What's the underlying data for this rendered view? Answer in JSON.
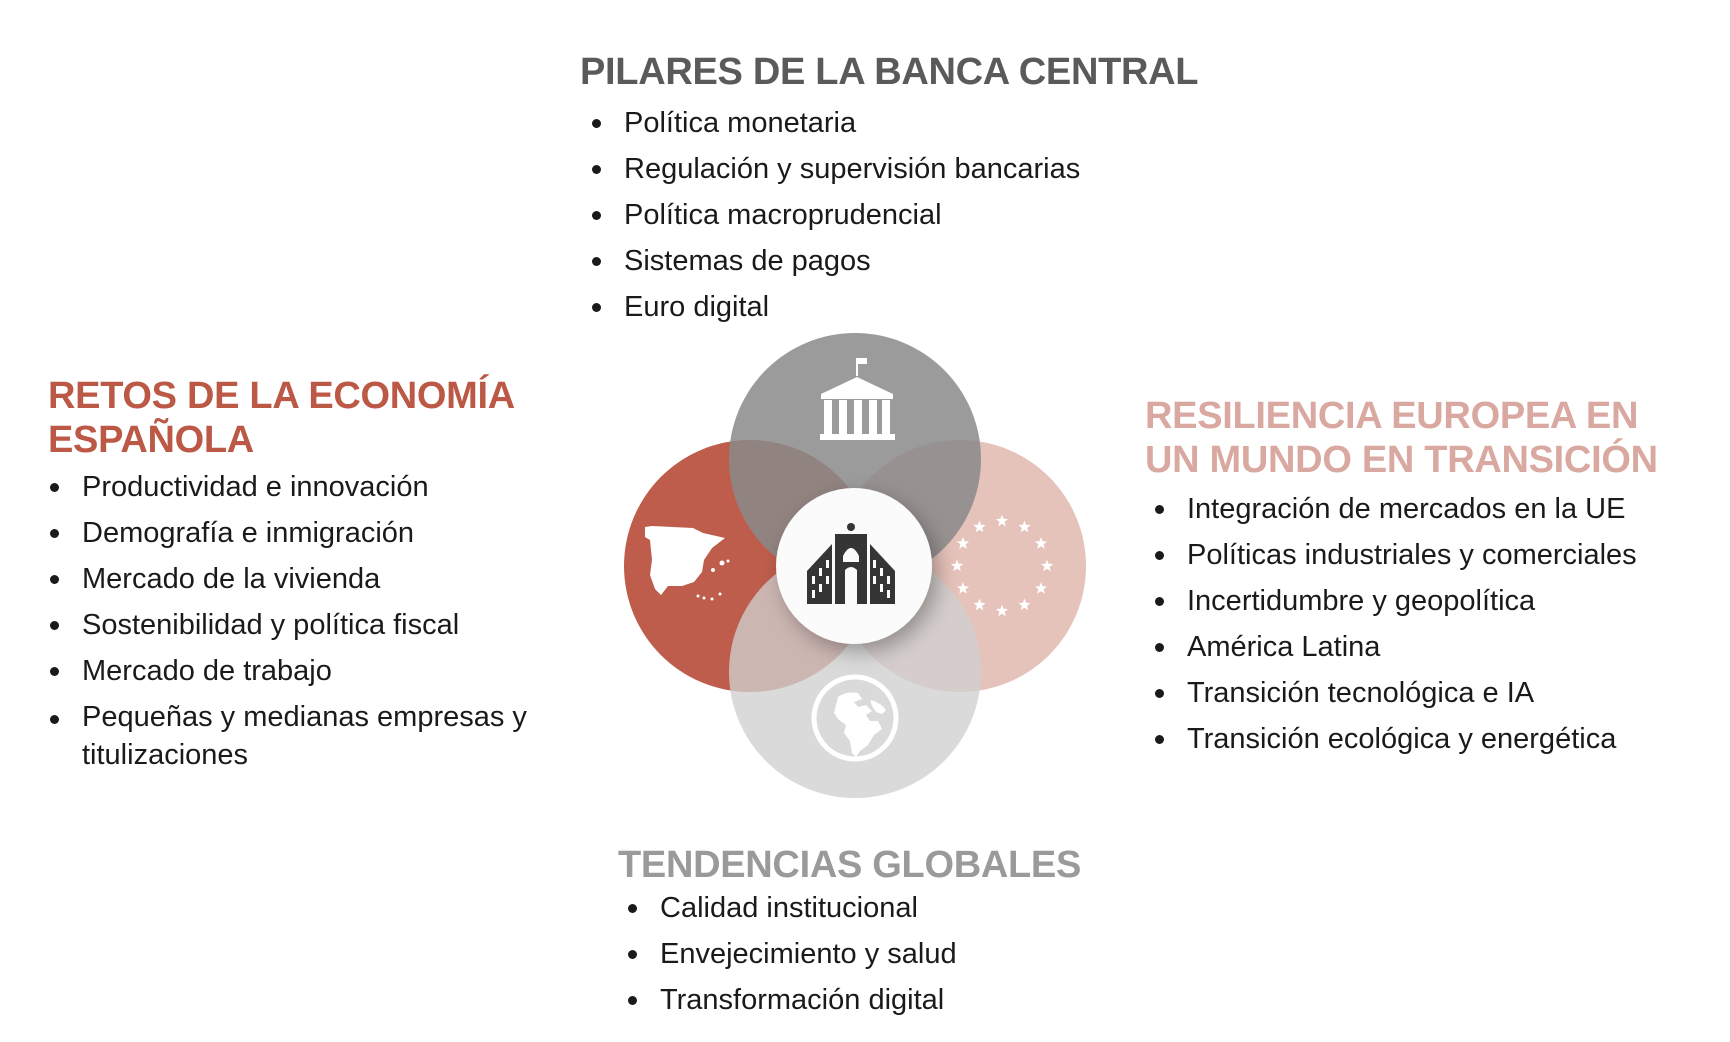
{
  "pillars": {
    "title": "PILARES DE LA BANCA CENTRAL",
    "items": [
      "Política monetaria",
      "Regulación y supervisión bancarias",
      "Política macroprudencial",
      "Sistemas de pagos",
      "Euro digital"
    ]
  },
  "spain": {
    "title_line1": "RETOS DE LA ECONOMÍA",
    "title_line2": "ESPAÑOLA",
    "items": [
      "Productividad e innovación",
      "Demografía e inmigración",
      "Mercado de la vivienda",
      "Sostenibilidad y política fiscal",
      "Mercado de trabajo",
      "Pequeñas y medianas empresas y titulizaciones"
    ]
  },
  "europe": {
    "title_line1": "RESILIENCIA EUROPEA EN",
    "title_line2": "UN MUNDO EN TRANSICIÓN",
    "items": [
      "Integración de mercados en la UE",
      "Políticas industriales y comerciales",
      "Incertidumbre y geopolítica",
      "América Latina",
      "Transición tecnológica e IA",
      "Transición ecológica y energética"
    ]
  },
  "global": {
    "title": "TENDENCIAS GLOBALES",
    "items": [
      "Calidad institucional",
      "Envejecimiento y salud",
      "Transformación digital"
    ]
  },
  "colors": {
    "pillars": "#9b9b9b",
    "spain": "#bc5846",
    "europe": "#e6c3bb",
    "global": "#d9d9d9"
  }
}
